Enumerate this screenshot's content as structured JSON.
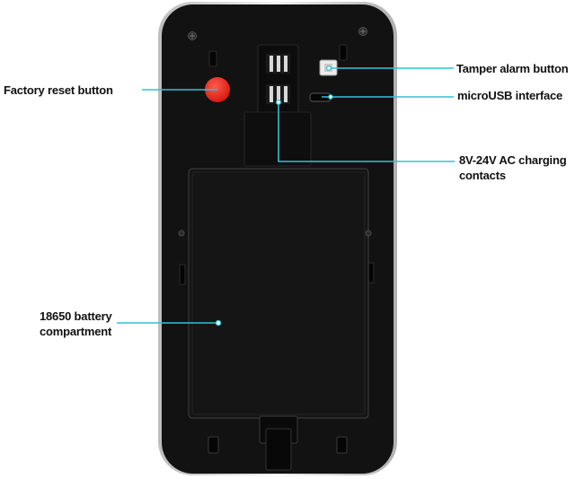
{
  "labels": {
    "factory_reset": "Factory reset button",
    "tamper_alarm": "Tamper alarm button",
    "microusb": "microUSB interface",
    "charging_line1": "8V-24V AC charging",
    "charging_line2": "contacts",
    "battery_line1": "18650 battery",
    "battery_line2": "compartment"
  },
  "colors": {
    "callout": "#2ec4d6",
    "reset_button": "#e8251c",
    "device_body": "#111111"
  }
}
